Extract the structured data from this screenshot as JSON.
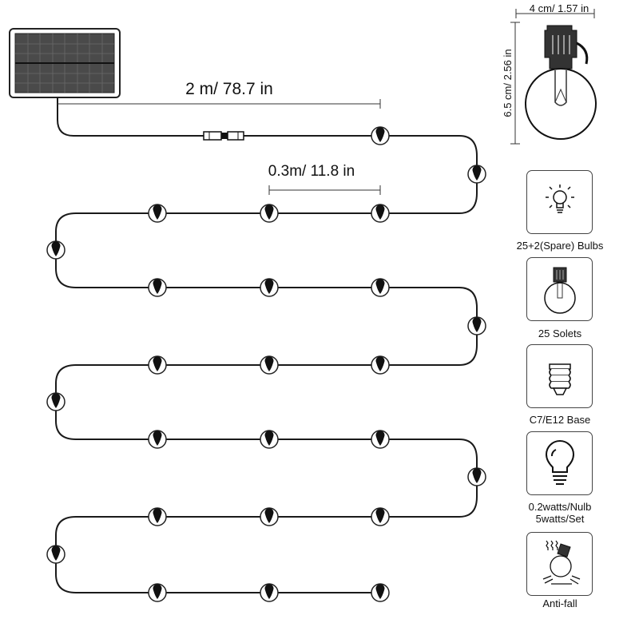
{
  "dimensions": {
    "cable_length": "2 m/ 78.7 in",
    "bulb_spacing": "0.3m/ 11.8 in",
    "bulb_width": "4 cm/ 1.57 in",
    "bulb_height": "6.5 cm/ 2.56 in"
  },
  "string": {
    "bulb_count": 25
  },
  "features": [
    {
      "icon": "lightbulb-glow-icon",
      "lines": [
        "25+2(Spare) Bulbs"
      ]
    },
    {
      "icon": "globe-bulb-icon",
      "lines": [
        "25 Solets"
      ]
    },
    {
      "icon": "socket-base-icon",
      "lines": [
        "C7/E12 Base"
      ]
    },
    {
      "icon": "bulb-outline-icon",
      "lines": [
        "0.2watts/Nulb",
        "5watts/Set"
      ]
    },
    {
      "icon": "anti-fall-icon",
      "lines": [
        "Anti-fall"
      ]
    }
  ],
  "colors": {
    "line": "#1a1a1a",
    "panel": "#4a4a4a",
    "box_border": "#444444"
  }
}
